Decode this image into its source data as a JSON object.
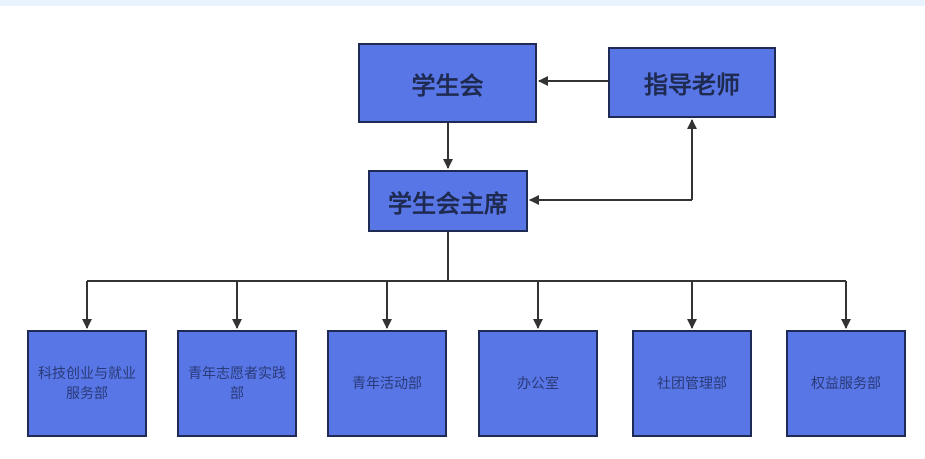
{
  "diagram": {
    "type": "org-chart",
    "nodes": {
      "student_union": "学生会",
      "advisor": "指导老师",
      "chairman": "学生会主席"
    },
    "departments": [
      "科技创业与就业服务部",
      "青年志愿者实践部",
      "青年活动部",
      "办公室",
      "社团管理部",
      "权益服务部"
    ],
    "edges": [
      {
        "from": "指导老师",
        "to": "学生会"
      },
      {
        "from": "学生会",
        "to": "学生会主席"
      },
      {
        "from": "学生会主席",
        "to": "指导老师"
      },
      {
        "from": "指导老师",
        "to": "学生会主席"
      },
      {
        "from": "学生会主席",
        "to": "科技创业与就业服务部"
      },
      {
        "from": "学生会主席",
        "to": "青年志愿者实践部"
      },
      {
        "from": "学生会主席",
        "to": "青年活动部"
      },
      {
        "from": "学生会主席",
        "to": "办公室"
      },
      {
        "from": "学生会主席",
        "to": "社团管理部"
      },
      {
        "from": "学生会主席",
        "to": "权益服务部"
      }
    ],
    "colors": {
      "box_fill": "#5876E6",
      "box_border": "#1F2A55",
      "connector": "#333333",
      "top_strip": "#E8F3FE"
    }
  }
}
